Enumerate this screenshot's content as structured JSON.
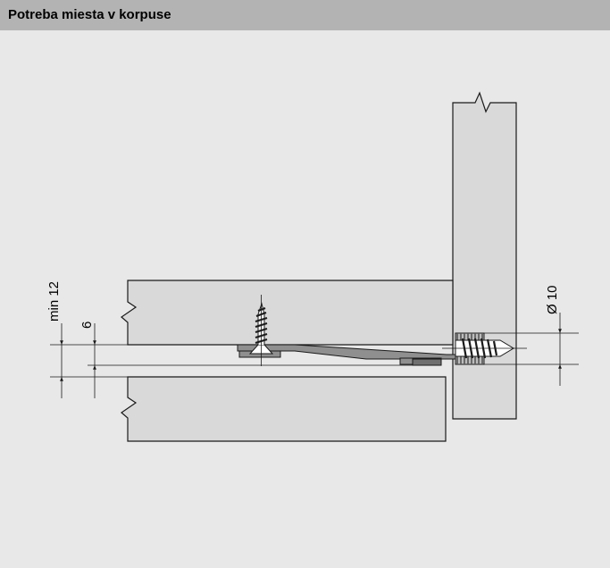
{
  "header": {
    "title": "Potreba miesta v korpuse"
  },
  "dimensions": {
    "min_height": "min 12",
    "offset": "6",
    "diameter": "Ø 10"
  },
  "colors": {
    "header_bg": "#b3b3b3",
    "background": "#e8e8e8",
    "panel_fill": "#d9d9d9",
    "stroke": "#1a1a1a",
    "part_fill": "#8f8f8f"
  }
}
